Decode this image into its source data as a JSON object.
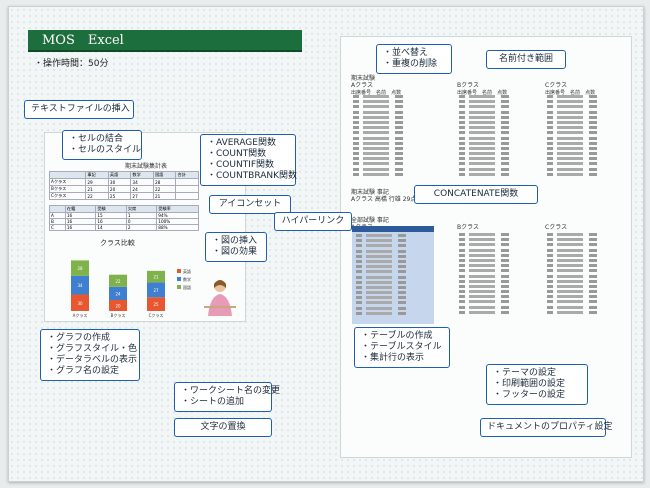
{
  "header": {
    "title": "MOS　Excel",
    "subtitle": "・操作時間：50分"
  },
  "callouts": {
    "text_import": "テキストファイルの挿入",
    "cell_merge": [
      "・セルの結合",
      "・セルのスタイル"
    ],
    "functions": [
      "・AVERAGE関数",
      "・COUNT関数",
      "・COUNTIF関数",
      "・COUNTBRANK関数"
    ],
    "icon_set": "アイコンセット",
    "hyperlink": "ハイパーリンク",
    "image": [
      "・図の挿入",
      "・図の効果"
    ],
    "graph": [
      "・グラフの作成",
      "・グラフスタイル・色",
      "・データラベルの表示",
      "・グラフ名の設定"
    ],
    "sheet": [
      "・ワークシート名の変更",
      "・シートの追加"
    ],
    "replace": "文字の置換",
    "sort": [
      "・並べ替え",
      "・重複の削除"
    ],
    "named_range": "名前付き範囲",
    "concatenate": "CONCATENATE関数",
    "table": [
      "・テーブルの作成",
      "・テーブルスタイル",
      "・集計行の表示"
    ],
    "theme": [
      "・テーマの設定",
      "・印刷範囲の設定",
      "・フッターの設定"
    ],
    "doc_props": "ドキュメントのプロパティ設定"
  },
  "left_sheet": {
    "table_title": "期末試験集計表",
    "chart_title": "クラス比較",
    "chart_categories": [
      "Aクラス",
      "Bクラス",
      "Cクラス"
    ],
    "chart_legend": [
      "英語",
      "数学",
      "国語"
    ],
    "chart_values": [
      [
        30,
        34,
        28
      ],
      [
        20,
        24,
        22
      ],
      [
        25,
        27,
        21
      ]
    ],
    "chart_colors": [
      "#e8572f",
      "#3f7fcf",
      "#7fb24a"
    ]
  },
  "right_sheet": {
    "top_title": "期末試験",
    "top_sub": "Aクラス",
    "class_b": "Bクラス",
    "class_c": "Cクラス",
    "col_headers": [
      "出席番号",
      "名前",
      "点数"
    ],
    "middle_title": "期末試験 事記",
    "middle_sub": "Aクラス 高橋 行雄 29点",
    "table_title": "全部試験 事記",
    "table_sub": "Aクラス"
  }
}
